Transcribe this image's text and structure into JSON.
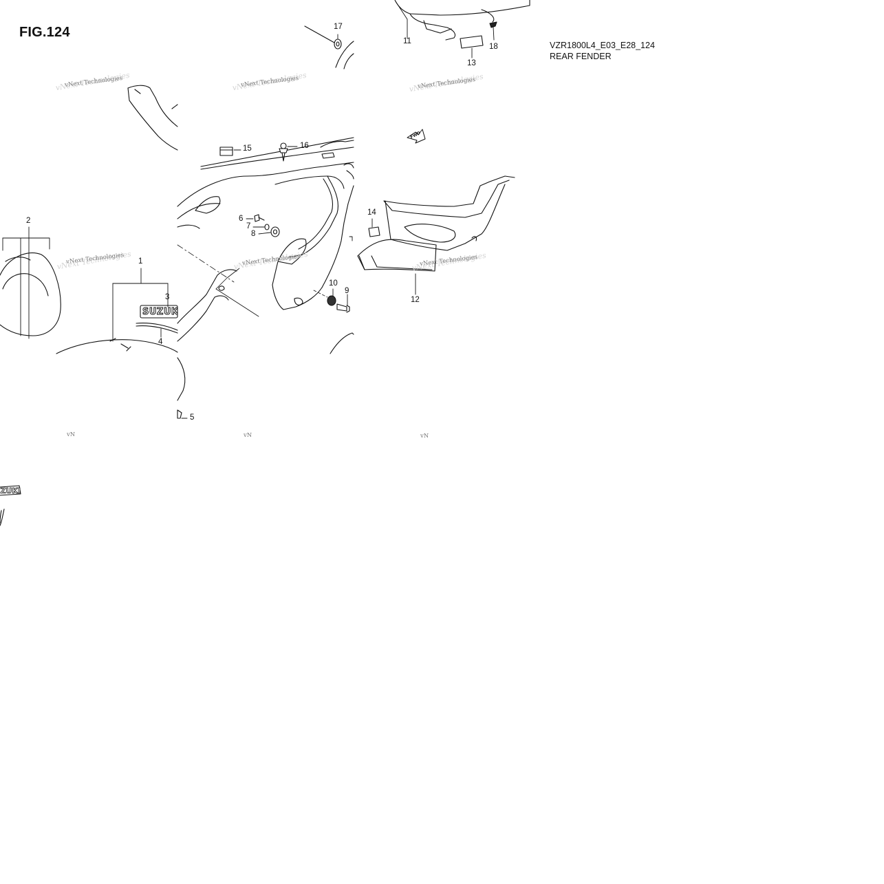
{
  "figure": {
    "title": "FIG.124",
    "model_code": "VZR1800L4_E03_E28_124",
    "section_name": "REAR FENDER"
  },
  "callouts": [
    {
      "id": "1",
      "label": "1"
    },
    {
      "id": "2",
      "label": "2"
    },
    {
      "id": "3",
      "label": "3"
    },
    {
      "id": "4",
      "label": "4"
    },
    {
      "id": "5",
      "label": "5"
    },
    {
      "id": "6",
      "label": "6"
    },
    {
      "id": "7",
      "label": "7"
    },
    {
      "id": "8",
      "label": "8"
    },
    {
      "id": "9",
      "label": "9"
    },
    {
      "id": "10",
      "label": "10"
    },
    {
      "id": "11",
      "label": "11"
    },
    {
      "id": "12",
      "label": "12"
    },
    {
      "id": "13",
      "label": "13"
    },
    {
      "id": "14",
      "label": "14"
    },
    {
      "id": "15",
      "label": "15"
    },
    {
      "id": "16",
      "label": "16"
    },
    {
      "id": "17",
      "label": "17"
    },
    {
      "id": "18",
      "label": "18"
    }
  ],
  "watermark": {
    "text": "vNext Technologies",
    "cut_text": "vN"
  },
  "emblem": {
    "text": "SUZUKI",
    "fwd_label": "FWD"
  }
}
